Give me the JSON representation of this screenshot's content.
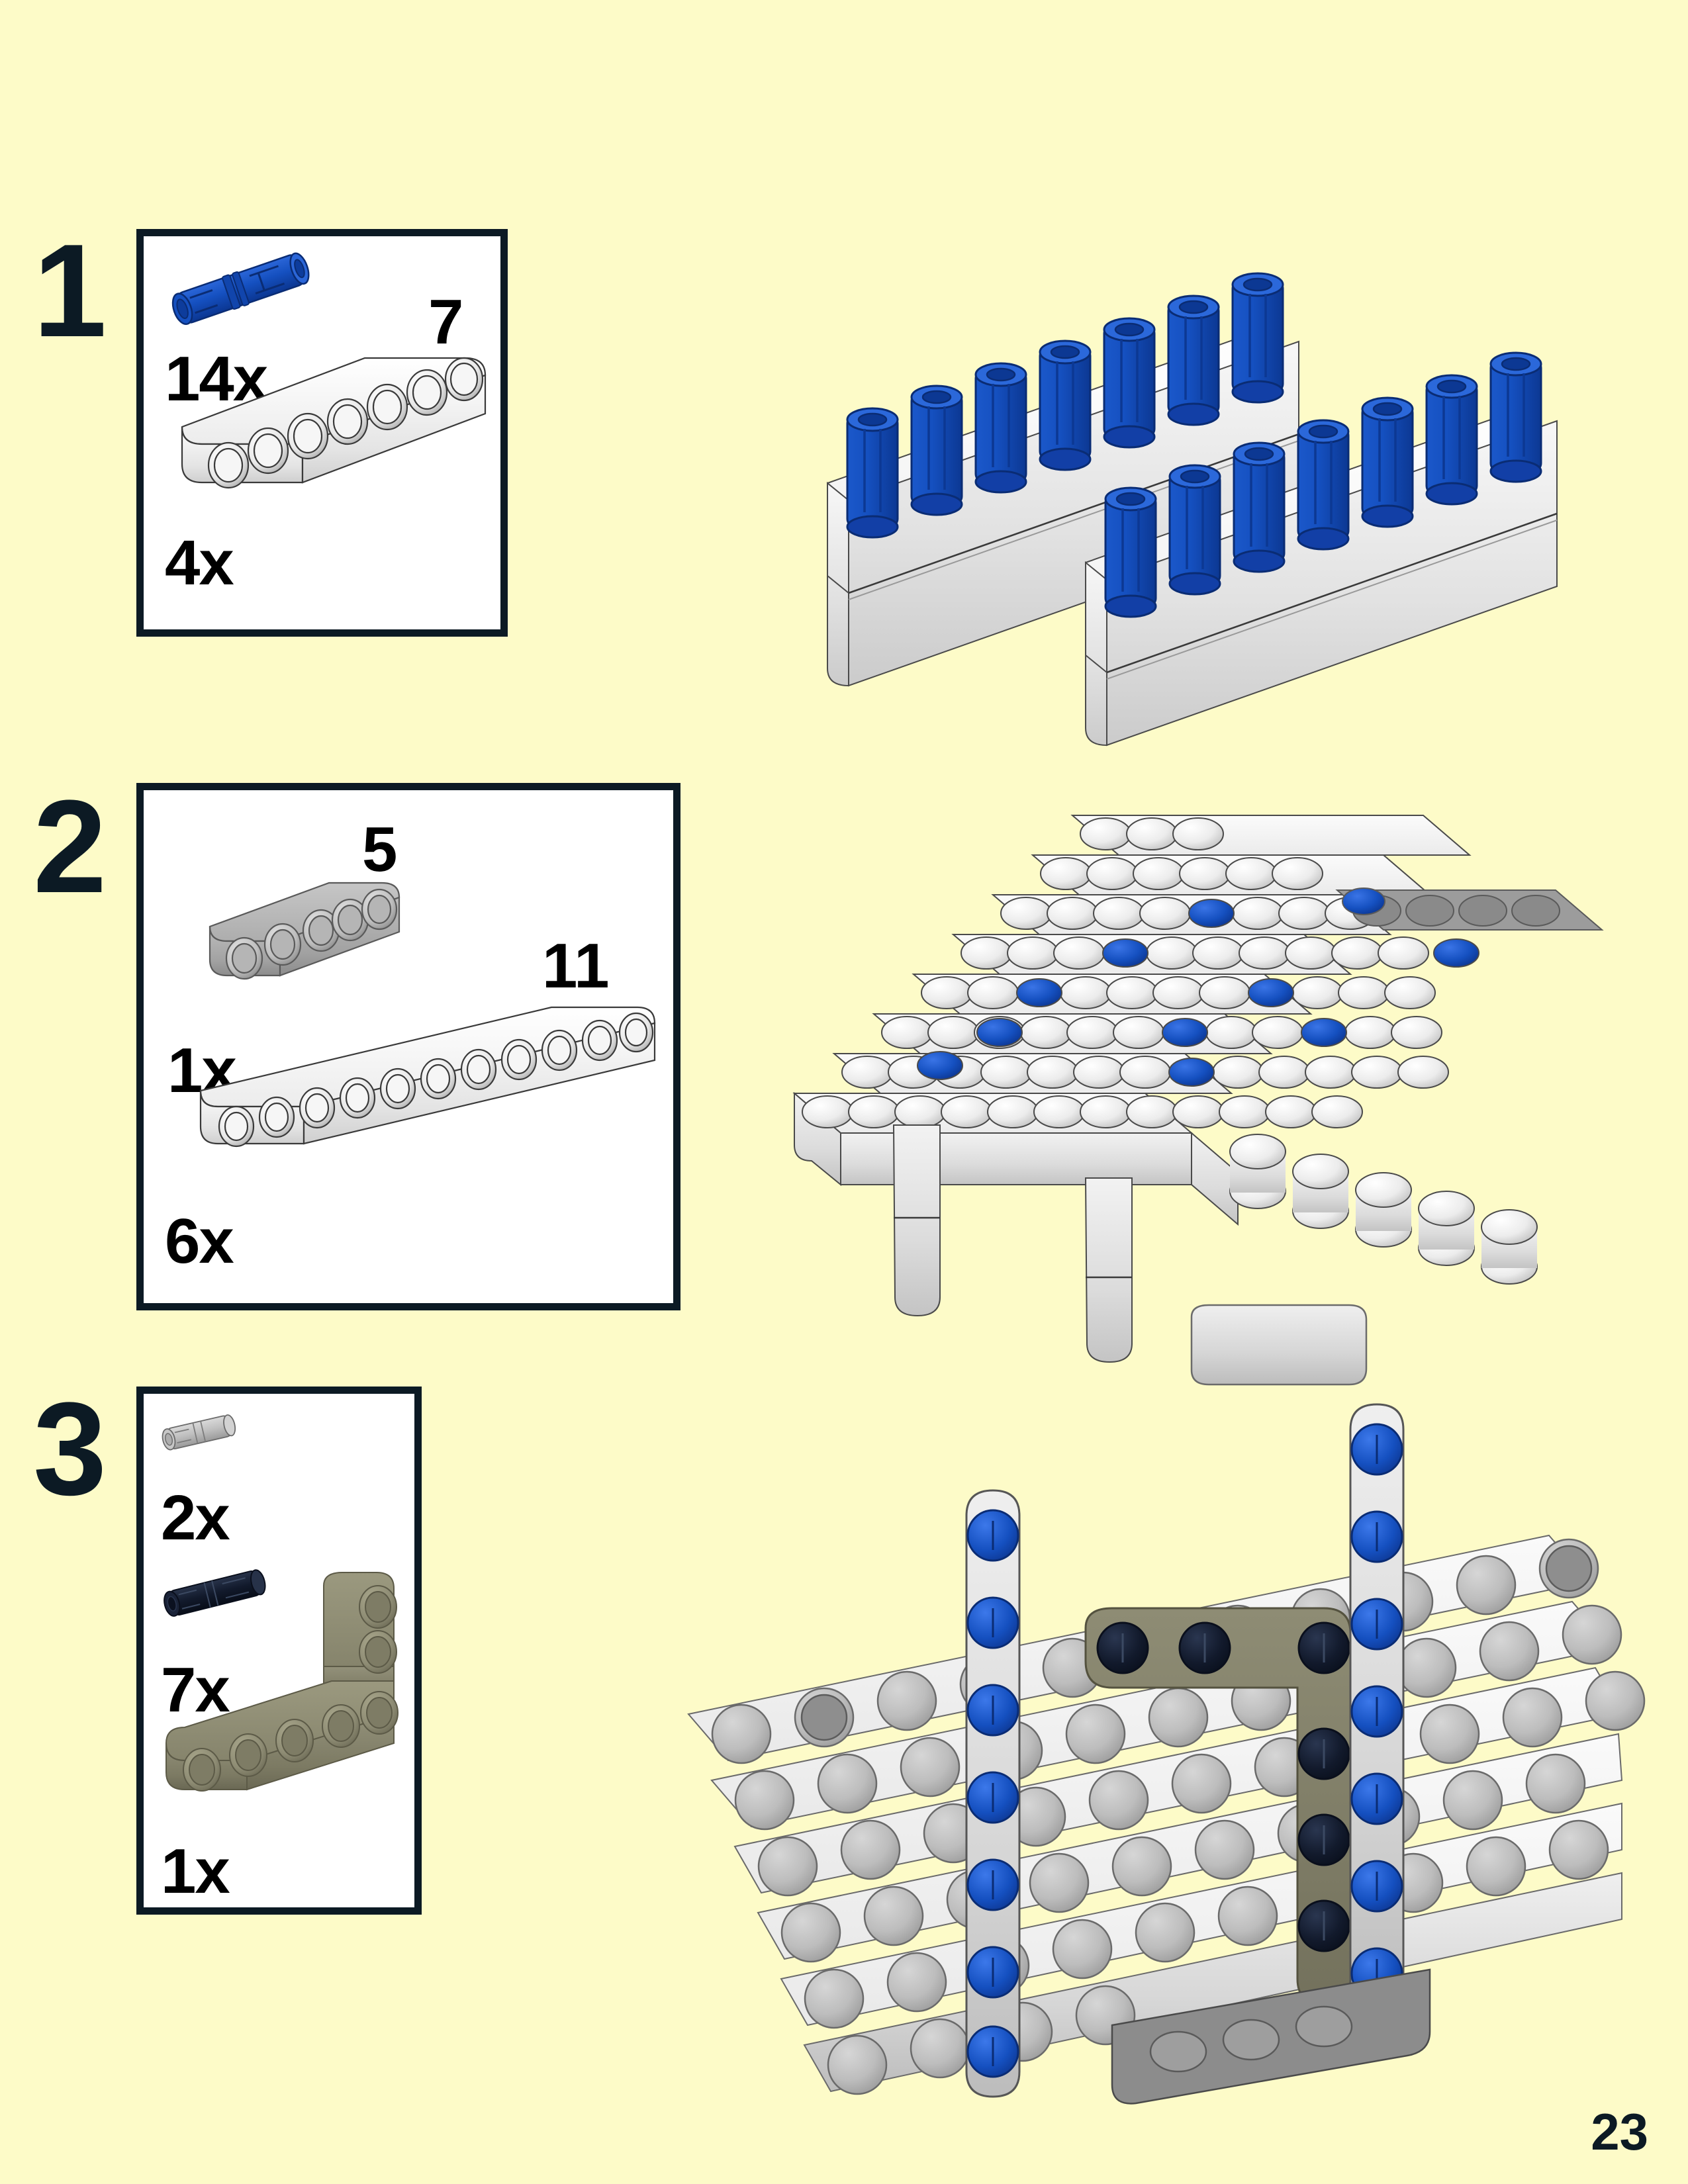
{
  "page": {
    "number": "23",
    "background_color": "#FDFBC8",
    "ink_color": "#0C1A24"
  },
  "steps": [
    {
      "number": "1",
      "parts": [
        {
          "name": "blue-friction-pin",
          "quantity": "14x",
          "color": "#1550C0",
          "length_label": null
        },
        {
          "name": "white-liftarm-7",
          "quantity": "4x",
          "color": "#F2F2F2",
          "length_label": "7"
        }
      ]
    },
    {
      "number": "2",
      "parts": [
        {
          "name": "gray-liftarm-5",
          "quantity": "1x",
          "color": "#A8A8A8",
          "length_label": "5"
        },
        {
          "name": "white-liftarm-11",
          "quantity": "6x",
          "color": "#F7F7F7",
          "length_label": "11"
        }
      ]
    },
    {
      "number": "3",
      "parts": [
        {
          "name": "light-gray-pin",
          "quantity": "2x",
          "color": "#B9BDBD",
          "length_label": null
        },
        {
          "name": "black-pin",
          "quantity": "7x",
          "color": "#10182A",
          "length_label": null
        },
        {
          "name": "dark-tan-angle-beam",
          "quantity": "1x",
          "color": "#8C8A72",
          "length_label": null
        }
      ]
    }
  ],
  "palette": {
    "blue_pin": "#1550C0",
    "blue_pin_dark": "#0E3C95",
    "white_beam": "#F4F4F4",
    "white_beam_shade": "#D9D9D9",
    "gray_beam": "#A9A9A9",
    "gray_beam_shade": "#8E8E8E",
    "dark_tan": "#86846C",
    "dark_tan_shade": "#6E6C56",
    "black_pin": "#10182A",
    "outline": "#2A2A2A"
  }
}
